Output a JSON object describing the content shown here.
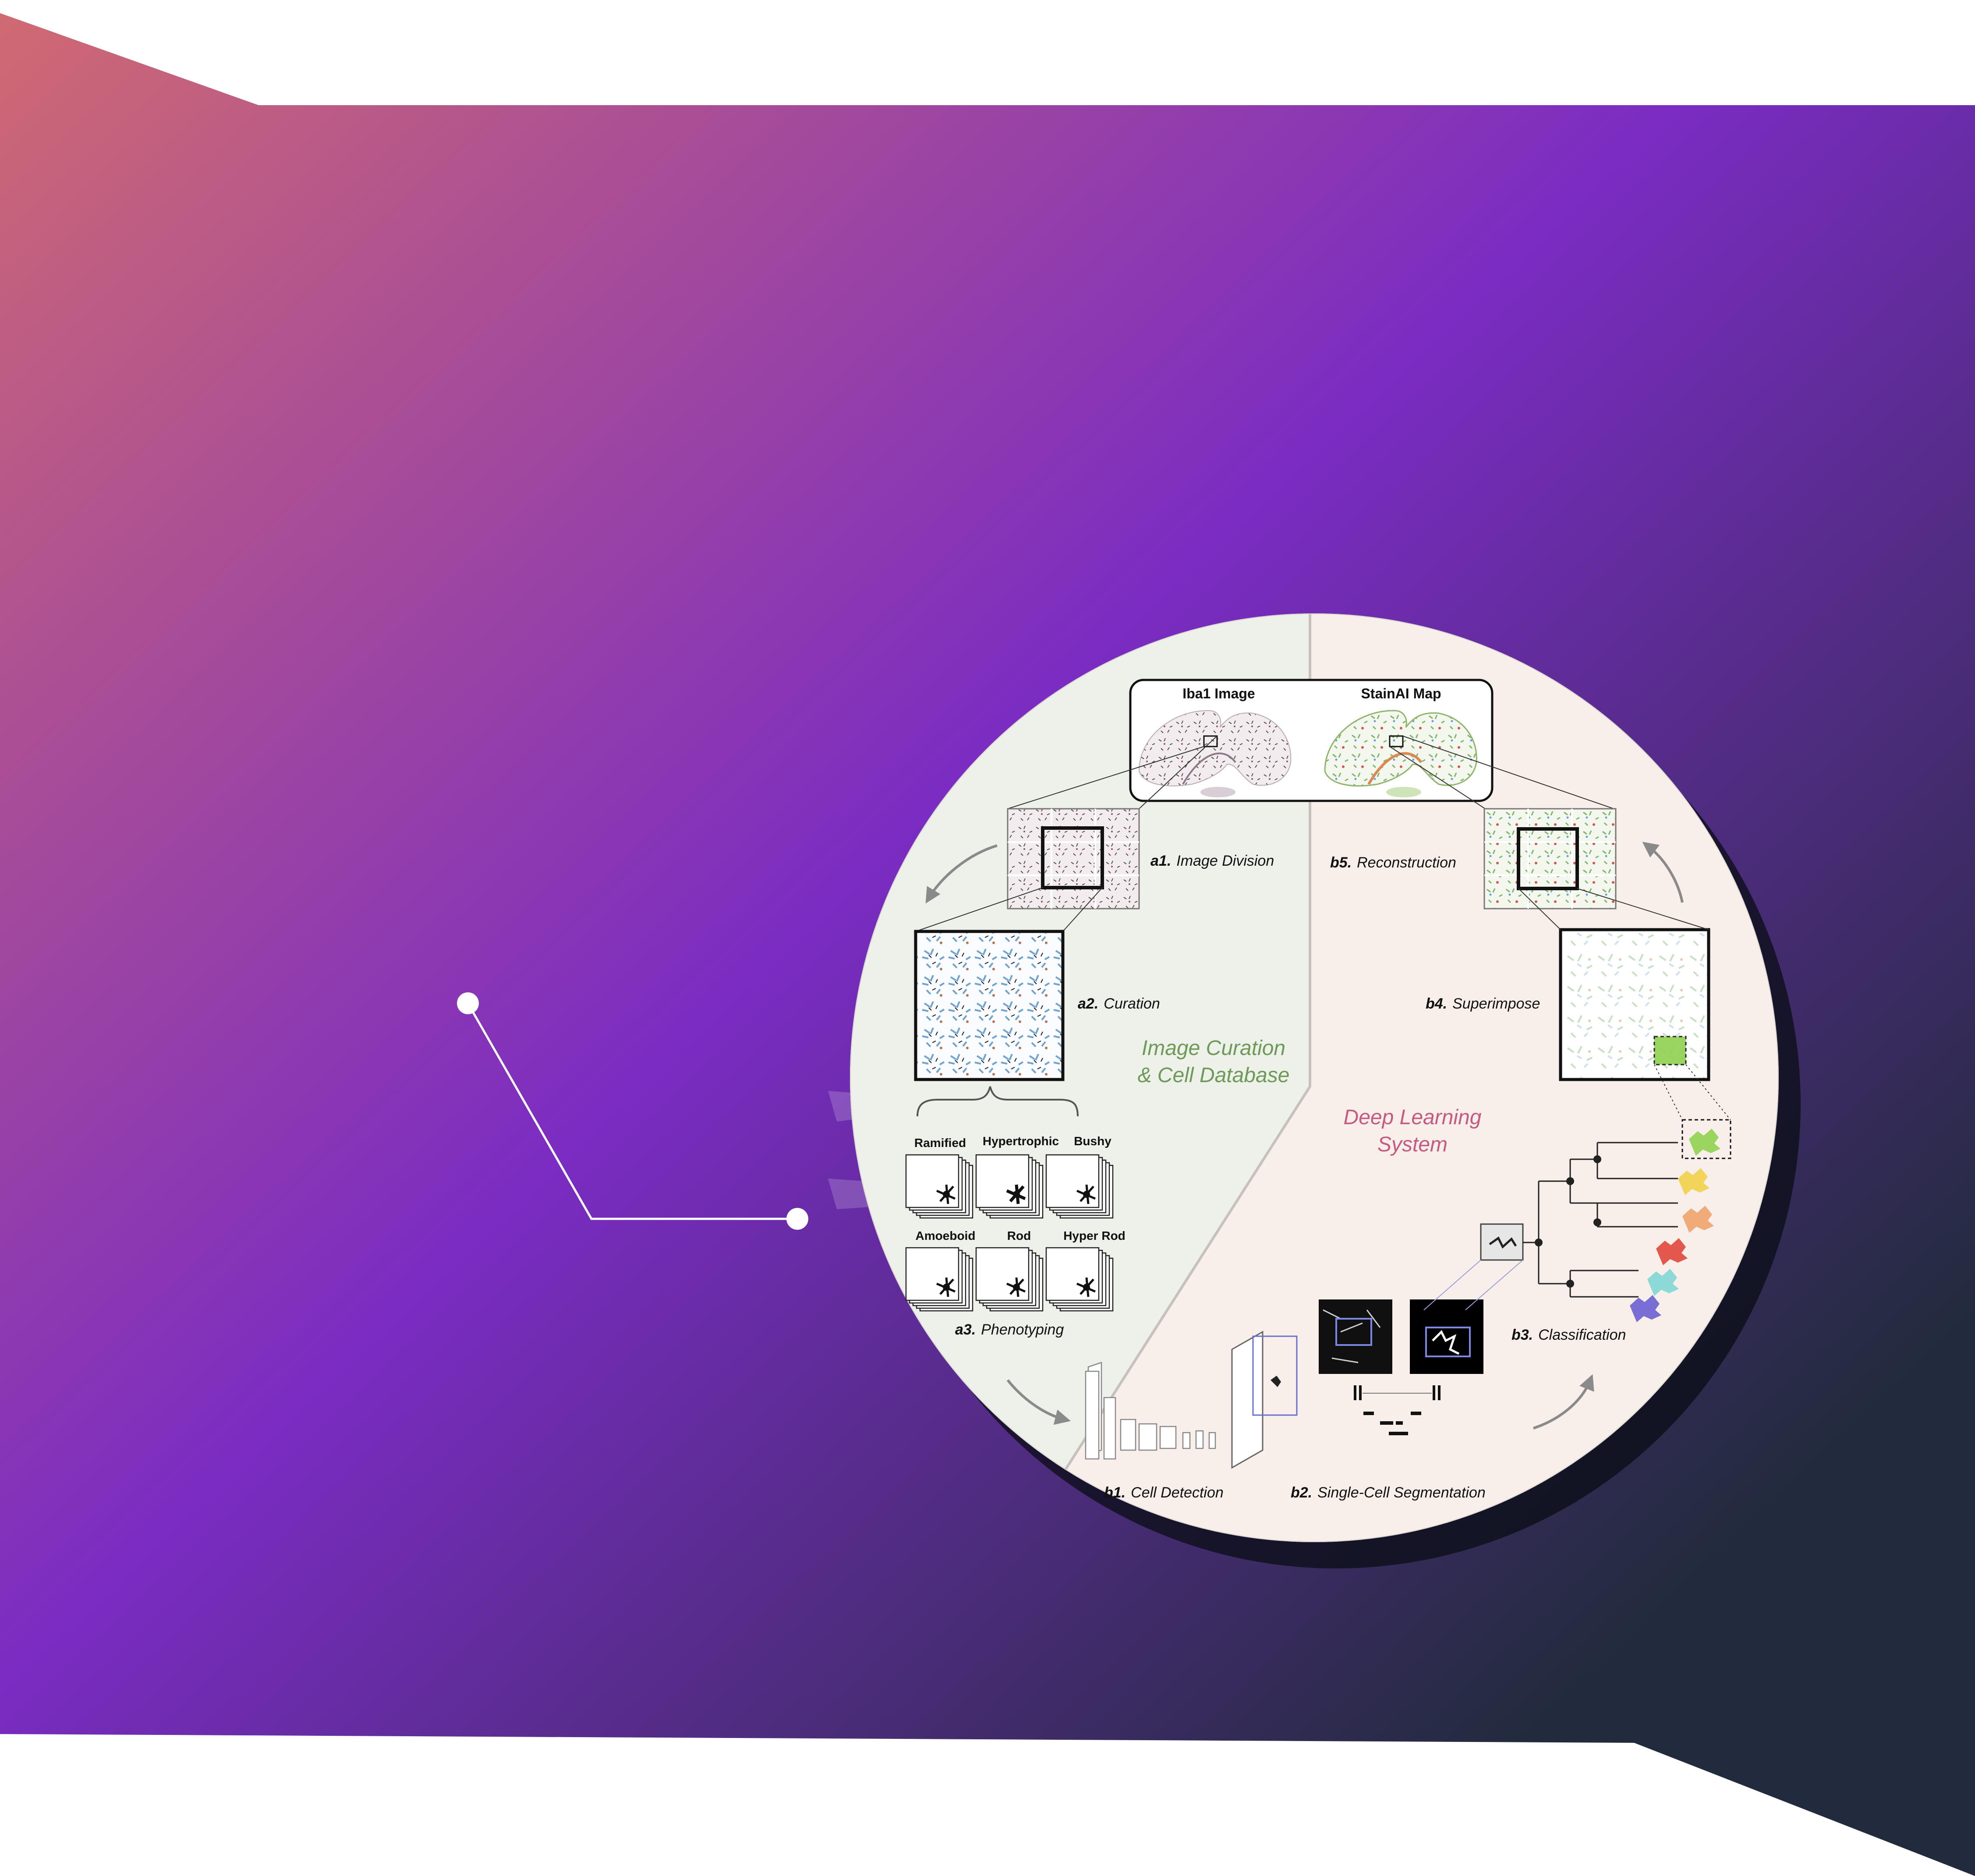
{
  "colors": {
    "gradient_start": "#d06a72",
    "gradient_mid": "#7b2cc2",
    "gradient_end": "#222b3d",
    "left_region": "#eef1ea",
    "right_region": "#f8eeea",
    "green_heading": "#6e9a58",
    "pink_heading": "#c65a82"
  },
  "top_panel": {
    "left_title": "Iba1 Image",
    "right_title": "StainAI Map"
  },
  "steps": {
    "a1": {
      "num": "a1.",
      "text": "Image Division"
    },
    "a2": {
      "num": "a2.",
      "text": "Curation"
    },
    "a3": {
      "num": "a3.",
      "text": "Phenotyping"
    },
    "b1": {
      "num": "b1.",
      "text": "Cell Detection"
    },
    "b2": {
      "num": "b2.",
      "text": "Single-Cell Segmentation"
    },
    "b3": {
      "num": "b3.",
      "text": "Classification"
    },
    "b4": {
      "num": "b4.",
      "text": "Superimpose"
    },
    "b5": {
      "num": "b5.",
      "text": "Reconstruction"
    }
  },
  "headings": {
    "left_line1": "Image Curation",
    "left_line2": "& Cell Database",
    "right_line1": "Deep Learning",
    "right_line2": "System"
  },
  "phenotypes": {
    "row1": [
      "Ramified",
      "Hypertrophic",
      "Bushy"
    ],
    "row2": [
      "Amoeboid",
      "Rod",
      "Hyper Rod"
    ]
  },
  "cluster_colors": [
    "#8fd14f",
    "#f1d04b",
    "#f0a36c",
    "#e0463c",
    "#7fd6d6",
    "#6a5fd0"
  ]
}
